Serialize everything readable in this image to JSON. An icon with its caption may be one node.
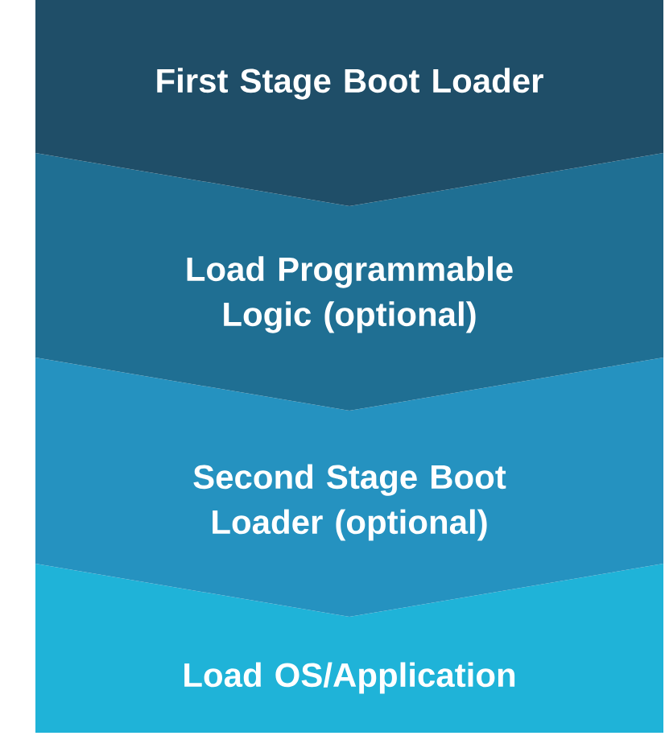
{
  "diagram": {
    "nodes": [
      {
        "text": [
          "First Stage Boot Loader"
        ]
      },
      {
        "text": [
          "Load Programmable Logic (optional)"
        ]
      },
      {
        "text": [
          "Second Stage Boot Loader (optional)"
        ]
      },
      {
        "text": [
          "Load OS/Application"
        ]
      }
    ]
  }
}
